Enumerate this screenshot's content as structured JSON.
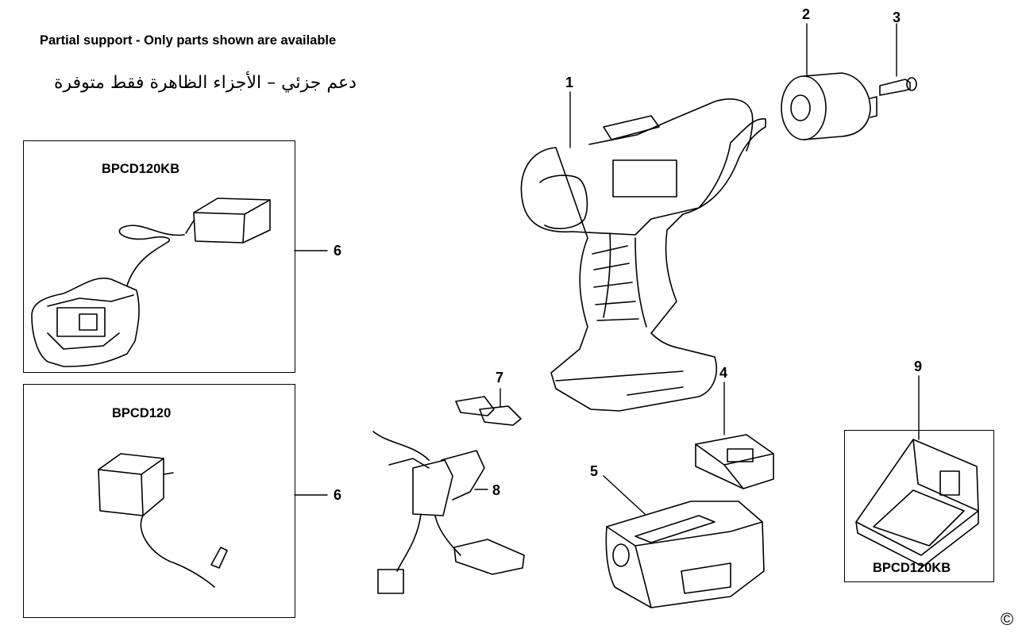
{
  "header": {
    "partial_support": "Partial support - Only parts shown are available",
    "partial_support_ar": "دعم جزئي – الأجزاء الظاهرة فقط متوفرة"
  },
  "boxes": {
    "charger_kb_label": "BPCD120KB",
    "charger_label": "BPCD120",
    "case_label": "BPCD120KB"
  },
  "part_numbers": {
    "drill_body": "1",
    "chuck": "2",
    "screw": "3",
    "terminal_cover": "4",
    "battery": "5",
    "charger_kb": "6",
    "charger": "6",
    "switch_cap": "7",
    "switch": "8",
    "case": "9"
  },
  "copyright": "©"
}
